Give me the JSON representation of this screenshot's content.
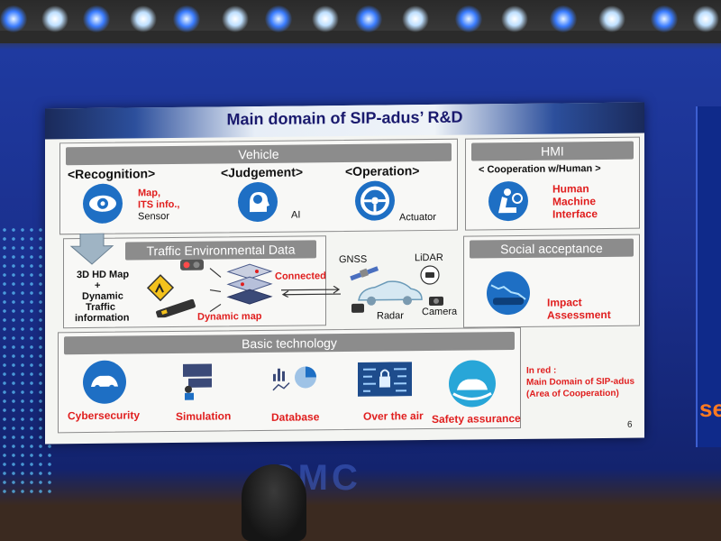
{
  "slide": {
    "title": "Main domain of SIP-adus’ R&D",
    "page_number": "6"
  },
  "vehicle": {
    "header": "Vehicle",
    "recognition": {
      "label": "<Recognition>",
      "red_line1": "Map,",
      "red_line2": "ITS info.,",
      "line3": "Sensor"
    },
    "judgement": {
      "label": "<Judgement>",
      "caption": "AI"
    },
    "operation": {
      "label": "<Operation>",
      "caption": "Actuator"
    }
  },
  "hmi": {
    "header": "HMI",
    "subtitle": "< Cooperation w/Human >",
    "red_line1": "Human",
    "red_line2": "Machine",
    "red_line3": "Interface"
  },
  "traffic": {
    "header": "Traffic Environmental Data",
    "left_line1": "3D HD Map",
    "left_line2": "+",
    "left_line3": "Dynamic",
    "left_line4": "Traffic",
    "left_line5": "information",
    "connected": "Connected",
    "dynamic_map": "Dynamic map",
    "gnss": "GNSS",
    "lidar": "LiDAR",
    "radar": "Radar",
    "camera": "Camera"
  },
  "social": {
    "header": "Social acceptance",
    "red_line1": "Impact",
    "red_line2": "Assessment"
  },
  "basic": {
    "header": "Basic technology",
    "items": [
      "Cybersecurity",
      "Simulation",
      "Database",
      "Over the air",
      "Safety assurance"
    ]
  },
  "note": {
    "line1": "In red :",
    "line2": "Main Domain of SIP-adus",
    "line3": "(Area of Cooperation)"
  },
  "background": {
    "side_text": "se",
    "watermark": "SMC"
  },
  "colors": {
    "accent_red": "#e01e1e",
    "title_navy": "#1a1a6e",
    "icon_blue": "#1e6fc4"
  }
}
